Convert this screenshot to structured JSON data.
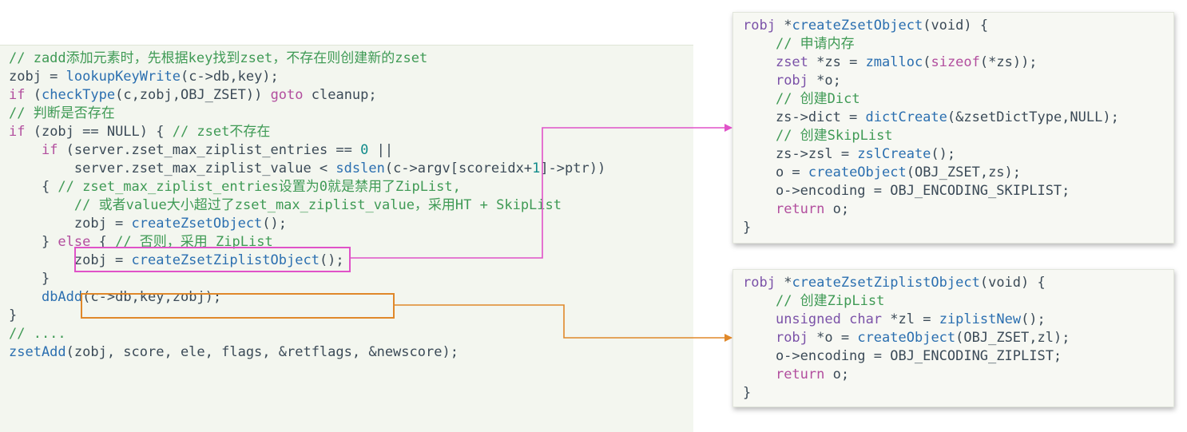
{
  "left_code": [
    "// zadd添加元素时，先根据key找到zset，不存在则创建新的zset",
    "zobj = lookupKeyWrite(c->db,key);",
    "if (checkType(c,zobj,OBJ_ZSET)) goto cleanup;",
    "// 判断是否存在",
    "if (zobj == NULL) { // zset不存在",
    "    if (server.zset_max_ziplist_entries == 0 ||",
    "        server.zset_max_ziplist_value < sdslen(c->argv[scoreidx+1]->ptr))",
    "    { // zset_max_ziplist_entries设置为0就是禁用了ZipList,",
    "        // 或者value大小超过了zset_max_ziplist_value，采用HT + SkipList",
    "        zobj = createZsetObject();",
    "    } else { // 否则，采用 ZipList",
    "        zobj = createZsetZiplistObject();",
    "    }",
    "    dbAdd(c->db,key,zobj);",
    "}",
    "// ....",
    "zsetAdd(zobj, score, ele, flags, &retflags, &newscore);"
  ],
  "top_right_code": [
    "robj *createZsetObject(void) {",
    "    // 申请内存",
    "    zset *zs = zmalloc(sizeof(*zs));",
    "    robj *o;",
    "    // 创建Dict",
    "    zs->dict = dictCreate(&zsetDictType,NULL);",
    "    // 创建SkipList",
    "    zs->zsl = zslCreate();",
    "    o = createObject(OBJ_ZSET,zs);",
    "    o->encoding = OBJ_ENCODING_SKIPLIST;",
    "    return o;",
    "}"
  ],
  "bottom_right_code": [
    "robj *createZsetZiplistObject(void) {",
    "    // 创建ZipList",
    "    unsigned char *zl = ziplistNew();",
    "    robj *o = createObject(OBJ_ZSET,zl);",
    "    o->encoding = OBJ_ENCODING_ZIPLIST;",
    "    return o;",
    "}"
  ],
  "colors": {
    "panel_background": "#f3f6ef",
    "comment": "#3f9a55",
    "keyword": "#b24e9e",
    "function": "#2b6fb0",
    "default_text": "#3b4a57",
    "magenta_highlight": "#e052c8",
    "orange_highlight": "#e0882a"
  }
}
